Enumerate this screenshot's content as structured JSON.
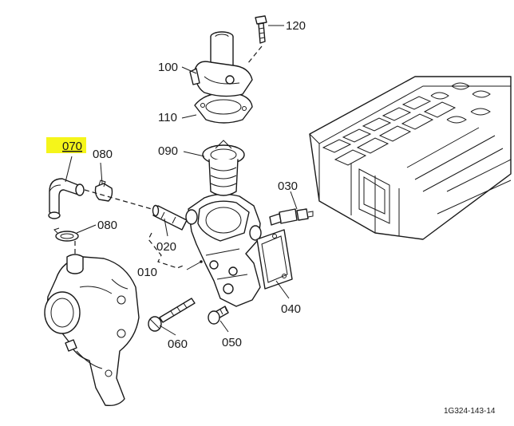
{
  "diagram": {
    "callouts": {
      "p010": "010",
      "p020": "020",
      "p030": "030",
      "p040": "040",
      "p050": "050",
      "p060": "060",
      "p070": "070",
      "p080_upper": "080",
      "p080_lower": "080",
      "p090": "090",
      "p100": "100",
      "p110": "110",
      "p120": "120"
    },
    "highlighted_part": "070",
    "highlight_color": "#f5f51a",
    "figure_ref": "1G324-143-14"
  }
}
